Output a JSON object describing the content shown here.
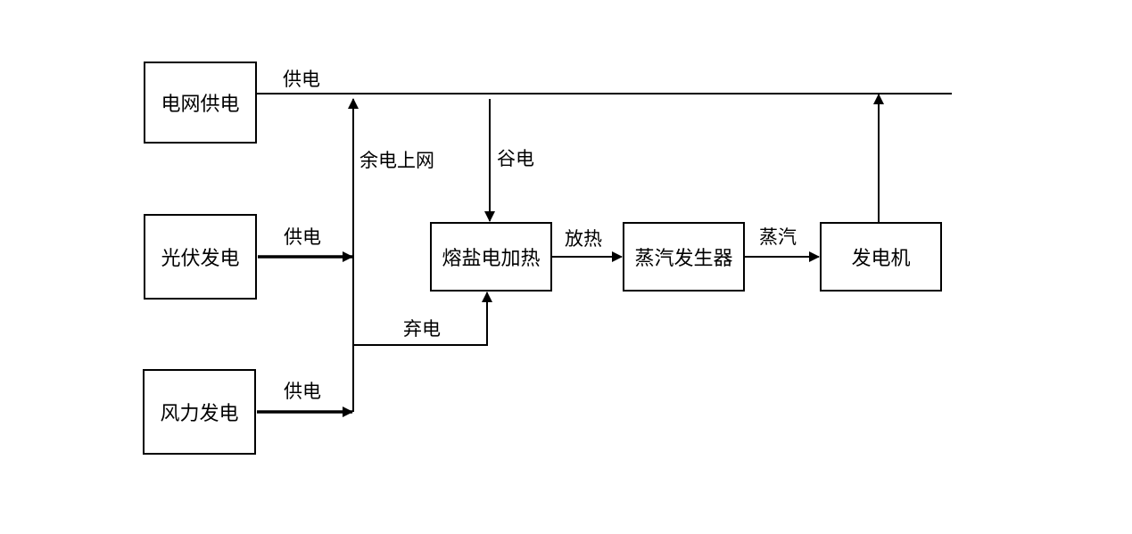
{
  "nodes": {
    "grid": "电网供电",
    "pv": "光伏发电",
    "wind": "风力发电",
    "heater": "熔盐电加热",
    "steam_gen": "蒸汽发生器",
    "generator": "发电机"
  },
  "edges": {
    "grid_supply": "供电",
    "pv_supply": "供电",
    "wind_supply": "供电",
    "surplus_to_grid": "余电上网",
    "valley_power": "谷电",
    "curtailed_power": "弃电",
    "heat_release": "放热",
    "steam": "蒸汽"
  },
  "colors": {
    "line": "#000000",
    "background": "#ffffff"
  }
}
